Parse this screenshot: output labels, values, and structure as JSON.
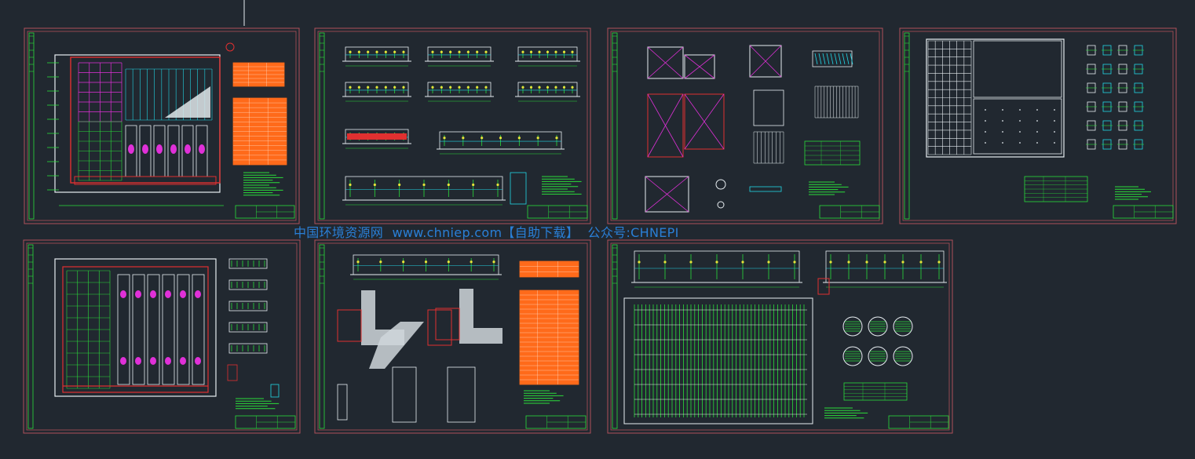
{
  "app": {
    "watermark": {
      "cn_name": "中国环境资源网",
      "url": "www.chniep.com【自助下载】",
      "account": "公众号:CHNEPI"
    }
  },
  "colors": {
    "background": "#212830",
    "sheet_frame": "#b0505a",
    "cad_green": "#2bdc3a",
    "cad_cyan": "#22d6e6",
    "cad_white": "#e8eef2",
    "cad_magenta": "#e030d8",
    "cad_red": "#e03030",
    "cad_orange": "#ff6a1a",
    "cad_yellow": "#e8e23a",
    "watermark": "#2a7fd6"
  },
  "sheets": [
    {
      "id": "sheet-1",
      "kind": "plan-pool"
    },
    {
      "id": "sheet-2",
      "kind": "sections"
    },
    {
      "id": "sheet-3",
      "kind": "details"
    },
    {
      "id": "sheet-4",
      "kind": "plan-grid"
    },
    {
      "id": "sheet-5",
      "kind": "plan-pool-2"
    },
    {
      "id": "sheet-6",
      "kind": "wall-sections"
    },
    {
      "id": "sheet-7",
      "kind": "grid-plan"
    }
  ]
}
